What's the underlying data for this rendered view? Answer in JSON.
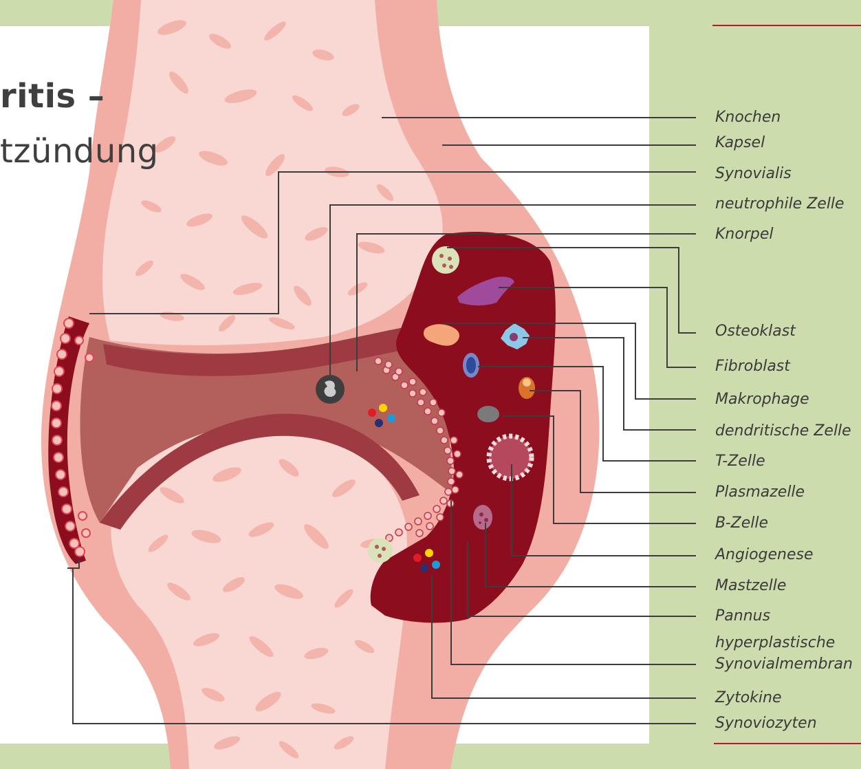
{
  "title": {
    "line1": "ritis –",
    "line2": "tzündung"
  },
  "colors": {
    "page_background": "#cddcac",
    "panel": "#ffffff",
    "bone": "#f9d7d2",
    "capsule": "#f2aea5",
    "cartilage": "#9e3a42",
    "joint_space": "#b3605c",
    "pannus": "#8c0d1e",
    "leader_line": "#3c3c3c",
    "accent_rule": "#c8102e",
    "label_text": "#3a3a3a"
  },
  "labels": [
    {
      "id": "knochen",
      "text": "Knochen"
    },
    {
      "id": "kapsel",
      "text": "Kapsel"
    },
    {
      "id": "synovialis",
      "text": "Synovialis"
    },
    {
      "id": "neutrophile-zelle",
      "text": "neutrophile Zelle"
    },
    {
      "id": "knorpel",
      "text": "Knorpel"
    },
    {
      "id": "osteoklast",
      "text": "Osteoklast"
    },
    {
      "id": "fibroblast",
      "text": "Fibroblast"
    },
    {
      "id": "makrophage",
      "text": "Makrophage"
    },
    {
      "id": "dendritische-zelle",
      "text": "dendritische Zelle"
    },
    {
      "id": "t-zelle",
      "text": "T-Zelle"
    },
    {
      "id": "plasmazelle",
      "text": "Plasmazelle"
    },
    {
      "id": "b-zelle",
      "text": "B-Zelle"
    },
    {
      "id": "angiogenese",
      "text": "Angiogenese"
    },
    {
      "id": "mastzelle",
      "text": "Mastzelle"
    },
    {
      "id": "pannus",
      "text": "Pannus"
    },
    {
      "id": "hyperplastische-1",
      "text": "hyperplastische"
    },
    {
      "id": "synovialmembran",
      "text": "Synovialmembran"
    },
    {
      "id": "zytokine",
      "text": "Zytokine"
    },
    {
      "id": "synoviozyten",
      "text": "Synoviozyten"
    }
  ]
}
